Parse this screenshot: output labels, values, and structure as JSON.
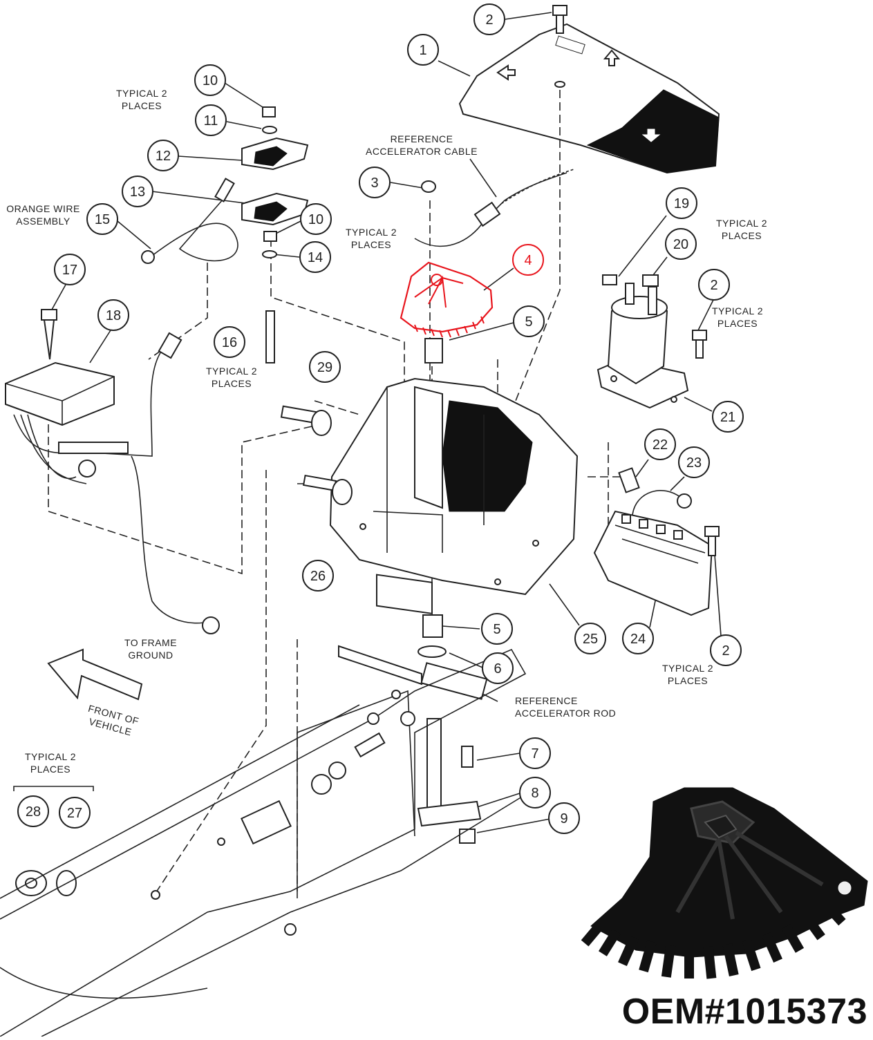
{
  "callouts": [
    {
      "n": "1"
    },
    {
      "n": "2"
    },
    {
      "n": "3"
    },
    {
      "n": "4"
    },
    {
      "n": "5"
    },
    {
      "n": "10"
    },
    {
      "n": "11"
    },
    {
      "n": "12"
    },
    {
      "n": "13"
    },
    {
      "n": "15"
    },
    {
      "n": "10"
    },
    {
      "n": "14"
    },
    {
      "n": "17"
    },
    {
      "n": "18"
    },
    {
      "n": "16"
    },
    {
      "n": "19"
    },
    {
      "n": "20"
    },
    {
      "n": "2"
    },
    {
      "n": "29"
    },
    {
      "n": "21"
    },
    {
      "n": "22"
    },
    {
      "n": "23"
    },
    {
      "n": "26"
    },
    {
      "n": "5"
    },
    {
      "n": "25"
    },
    {
      "n": "24"
    },
    {
      "n": "2"
    },
    {
      "n": "6"
    },
    {
      "n": "7"
    },
    {
      "n": "8"
    },
    {
      "n": "9"
    },
    {
      "n": "28"
    },
    {
      "n": "27"
    }
  ],
  "labels": {
    "typical_top_left": "TYPICAL 2\nPLACES",
    "typical_mid_left": "TYPICAL 2\nPLACES",
    "typical_16": "TYPICAL 2\nPLACES",
    "typical_19": "TYPICAL 2\nPLACES",
    "typical_right_2": "TYPICAL 2\nPLACES",
    "typical_bottom_2": "TYPICAL 2\nPLACES",
    "typical_28": "TYPICAL 2\nPLACES",
    "ref_cable": "REFERENCE\nACCELERATOR CABLE",
    "orange_wire": "ORANGE WIRE\nASSEMBLY",
    "frame_ground": "TO FRAME\nGROUND",
    "ref_rod": "REFERENCE\nACCELERATOR ROD",
    "front": "FRONT OF\nVEHICLE"
  },
  "caption": "OEM#1015373",
  "colors": {
    "highlight": "#e8141c",
    "ink": "#222222",
    "part_black": "#111111"
  }
}
